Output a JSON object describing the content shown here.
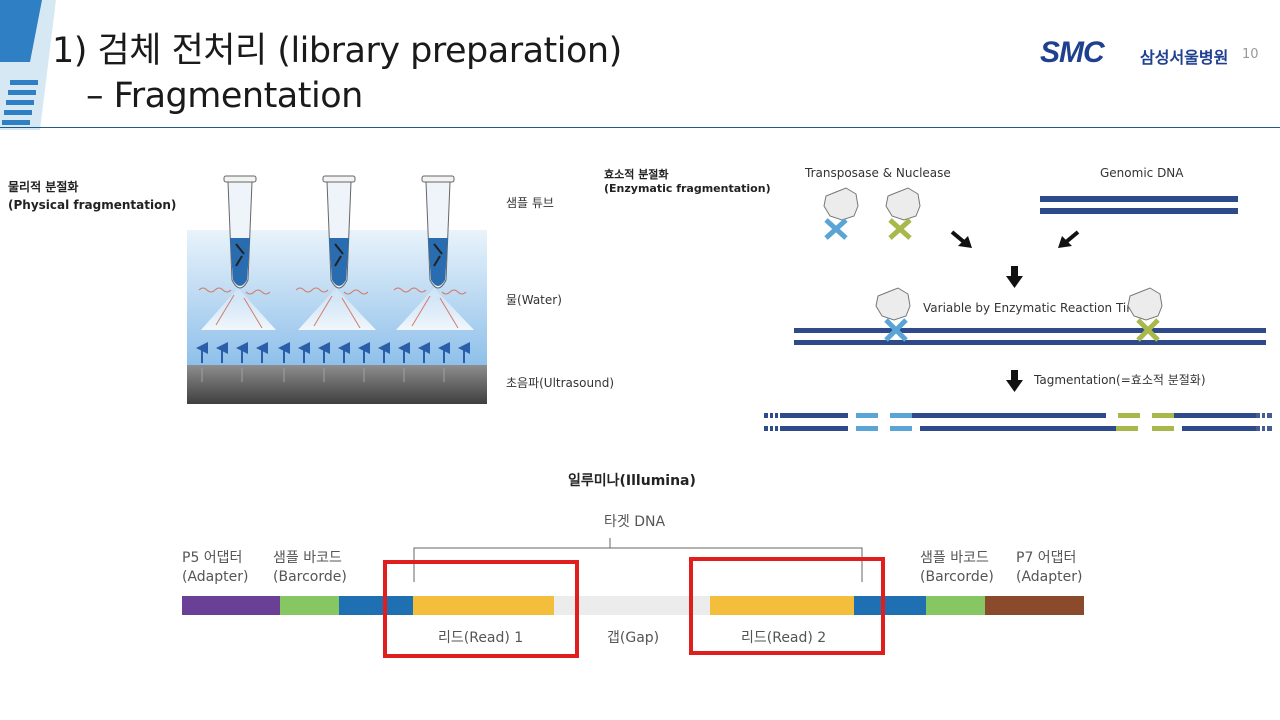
{
  "header": {
    "title_line1": "1) 검체 전처리 (library preparation)",
    "title_line2": "– Fragmentation",
    "logo_text": "SMC",
    "hospital_name": "삼성서울병원",
    "page_number": "10"
  },
  "physical": {
    "label_ko": "물리적 분절화",
    "label_en": "(Physical fragmentation)",
    "tube_label": "샘플 튜브",
    "water_label": "물(Water)",
    "ultrasound_label": "초음파(Ultrasound)"
  },
  "enzymatic": {
    "label_ko": "효소적 분절화",
    "label_en": "(Enzymatic fragmentation)",
    "transposase_label": "Transposase & Nuclease",
    "genomic_label": "Genomic DNA",
    "variable_label": "Variable by Enzymatic Reaction Time",
    "tagmentation_label": "Tagmentation(=효소적 분절화)"
  },
  "illumina": {
    "title": "일루미나(Illumina)",
    "target_label": "타겟 DNA",
    "p5_line1": "P5 어댑터",
    "p5_line2": "(Adapter)",
    "bc_left_line1": "샘플 바코드",
    "bc_left_line2": "(Barcorde)",
    "bc_right_line1": "샘플 바코드",
    "bc_right_line2": "(Barcorde)",
    "p7_line1": "P7 어댑터",
    "p7_line2": "(Adapter)",
    "read1_label": "리드(Read) 1",
    "gap_label": "갭(Gap)",
    "read2_label": "리드(Read) 2"
  },
  "colors": {
    "accent_blue": "#1f5b86",
    "logo_blue": "#1f3f8f",
    "dna_navy": "#2e4a8a",
    "cut_blue": "#5aa5d6",
    "cut_olive": "#a8b84a",
    "adapter_purple": "#6a3f96",
    "barcode_green": "#86c763",
    "seq_blue": "#1f6fb3",
    "read_yellow": "#f3be3c",
    "gap_gray": "#ececec",
    "adapter_brown": "#8a4a2b",
    "highlight_red": "#e01e1e"
  }
}
